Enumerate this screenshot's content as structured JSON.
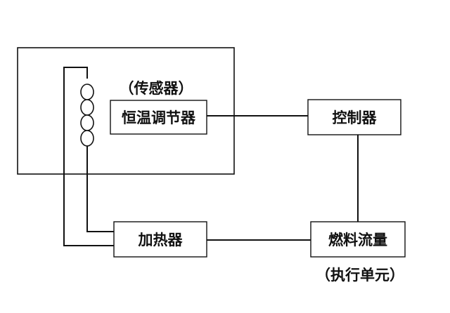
{
  "diagram": {
    "sensor_label": "（传感器）",
    "thermostat_label": "恒温调节器",
    "controller_label": "控制器",
    "heater_label": "加热器",
    "fuel_flow_label": "燃料流量",
    "actuator_label": "（执行单元）"
  },
  "colors": {
    "line": "#111111",
    "background": "#ffffff"
  }
}
